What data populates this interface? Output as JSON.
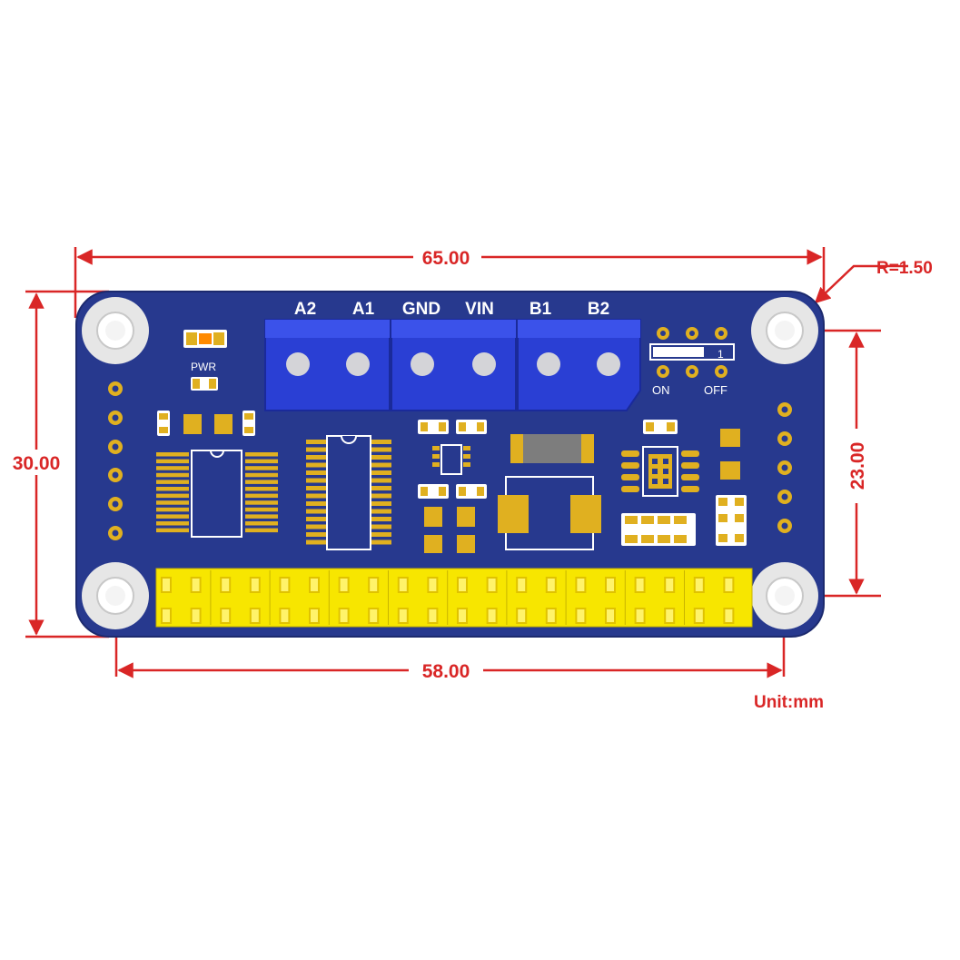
{
  "dimensions": {
    "width_overall": "65.00",
    "width_holes": "58.00",
    "height_overall": "30.00",
    "height_holes": "23.00",
    "corner_radius": "R=1.50",
    "unit": "Unit:mm"
  },
  "board": {
    "terminal_labels": [
      "A2",
      "A1",
      "GND",
      "VIN",
      "B1",
      "B2"
    ],
    "pwr_label": "PWR",
    "switch_on_label": "ON",
    "switch_off_label": "OFF",
    "switch_number": "1"
  },
  "colors": {
    "dimension": "#d92626",
    "pcb": "#27398e",
    "terminal": "#2a3fd4",
    "gold": "#e0b020",
    "header": "#f7e600"
  }
}
